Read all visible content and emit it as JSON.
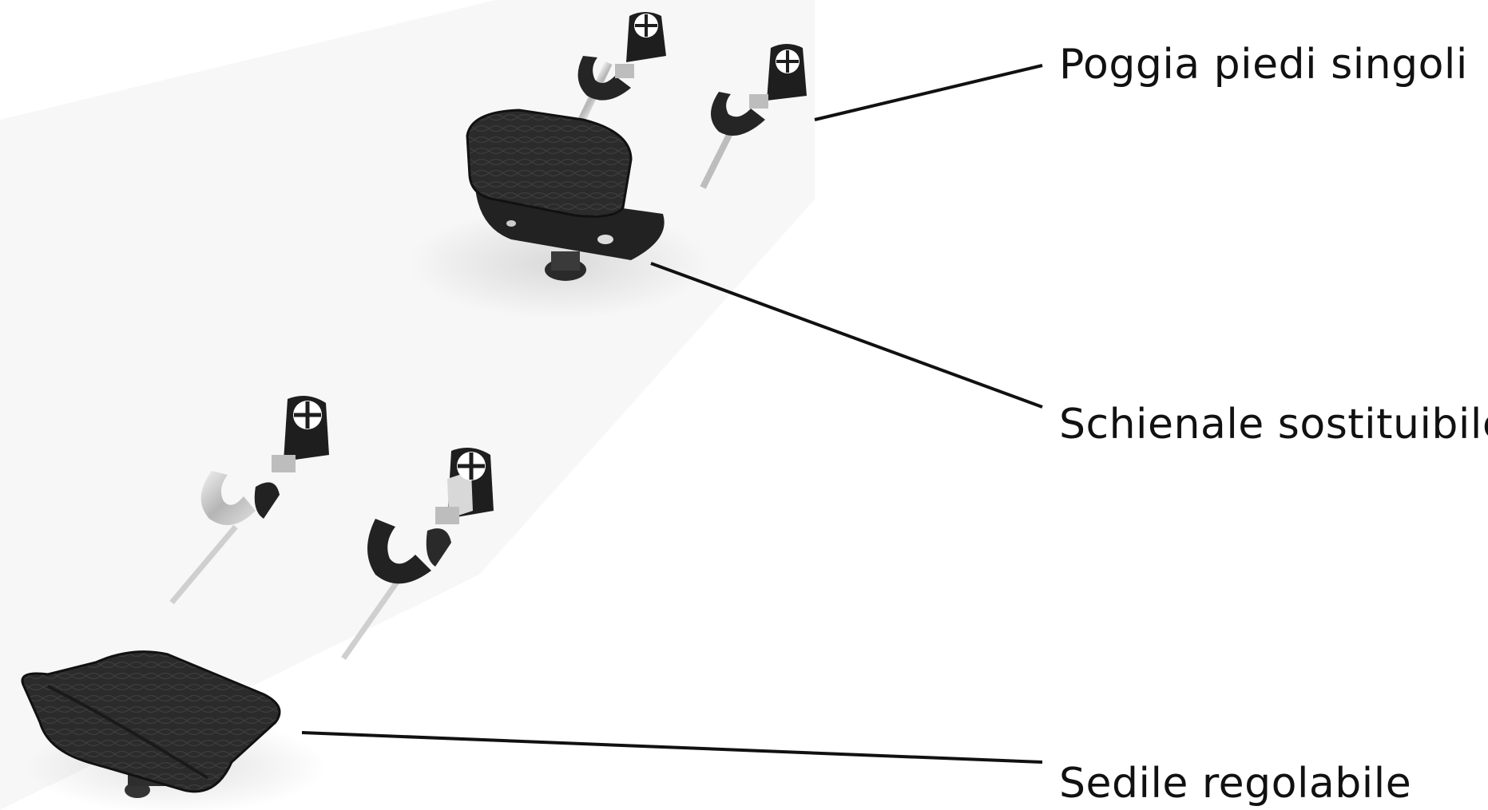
{
  "labels": {
    "footrest": "Poggia piedi singoli",
    "backrest": "Schienale sostituibile",
    "seat": "Sedile regolabile"
  },
  "colors": {
    "background": "#ffffff",
    "leader_line": "#111111",
    "component_dark": "#2a2a2a",
    "metal": "#c8c8c8"
  }
}
